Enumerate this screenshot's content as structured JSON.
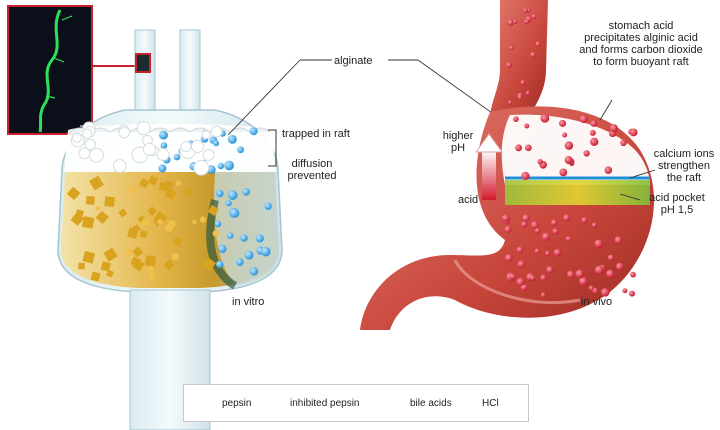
{
  "labels": {
    "alginate": "alginate",
    "trapped_in_raft": "trapped in raft",
    "diffusion_prevented": "diffusion\nprevented",
    "in_vitro": "in vitro",
    "in_vivo": "in vivo",
    "higher_ph": "higher\npH",
    "acid": "acid",
    "stomach_acid": "stomach acid\nprecipitates alginic acid\nand forms carbon dioxide\nto form buoyant raft",
    "calcium_ions": "calcium ions\nstrengthen\nthe raft",
    "acid_pocket": "acid pocket\npH 1,5"
  },
  "legend": {
    "pepsin": "pepsin",
    "inhibited_pepsin": "inhibited pepsin",
    "bile_acids": "bile acids",
    "hcl": "HCl"
  },
  "colors": {
    "pepsin": "#1f8fd6",
    "inhibited_pepsin": "#bfe4ef",
    "bile_acids": "#d9a21f",
    "hcl": "#d21a2d",
    "raft_foam": "#ffffff",
    "stomach": "#c94a3e",
    "fluorescence": "#2ee05a"
  }
}
